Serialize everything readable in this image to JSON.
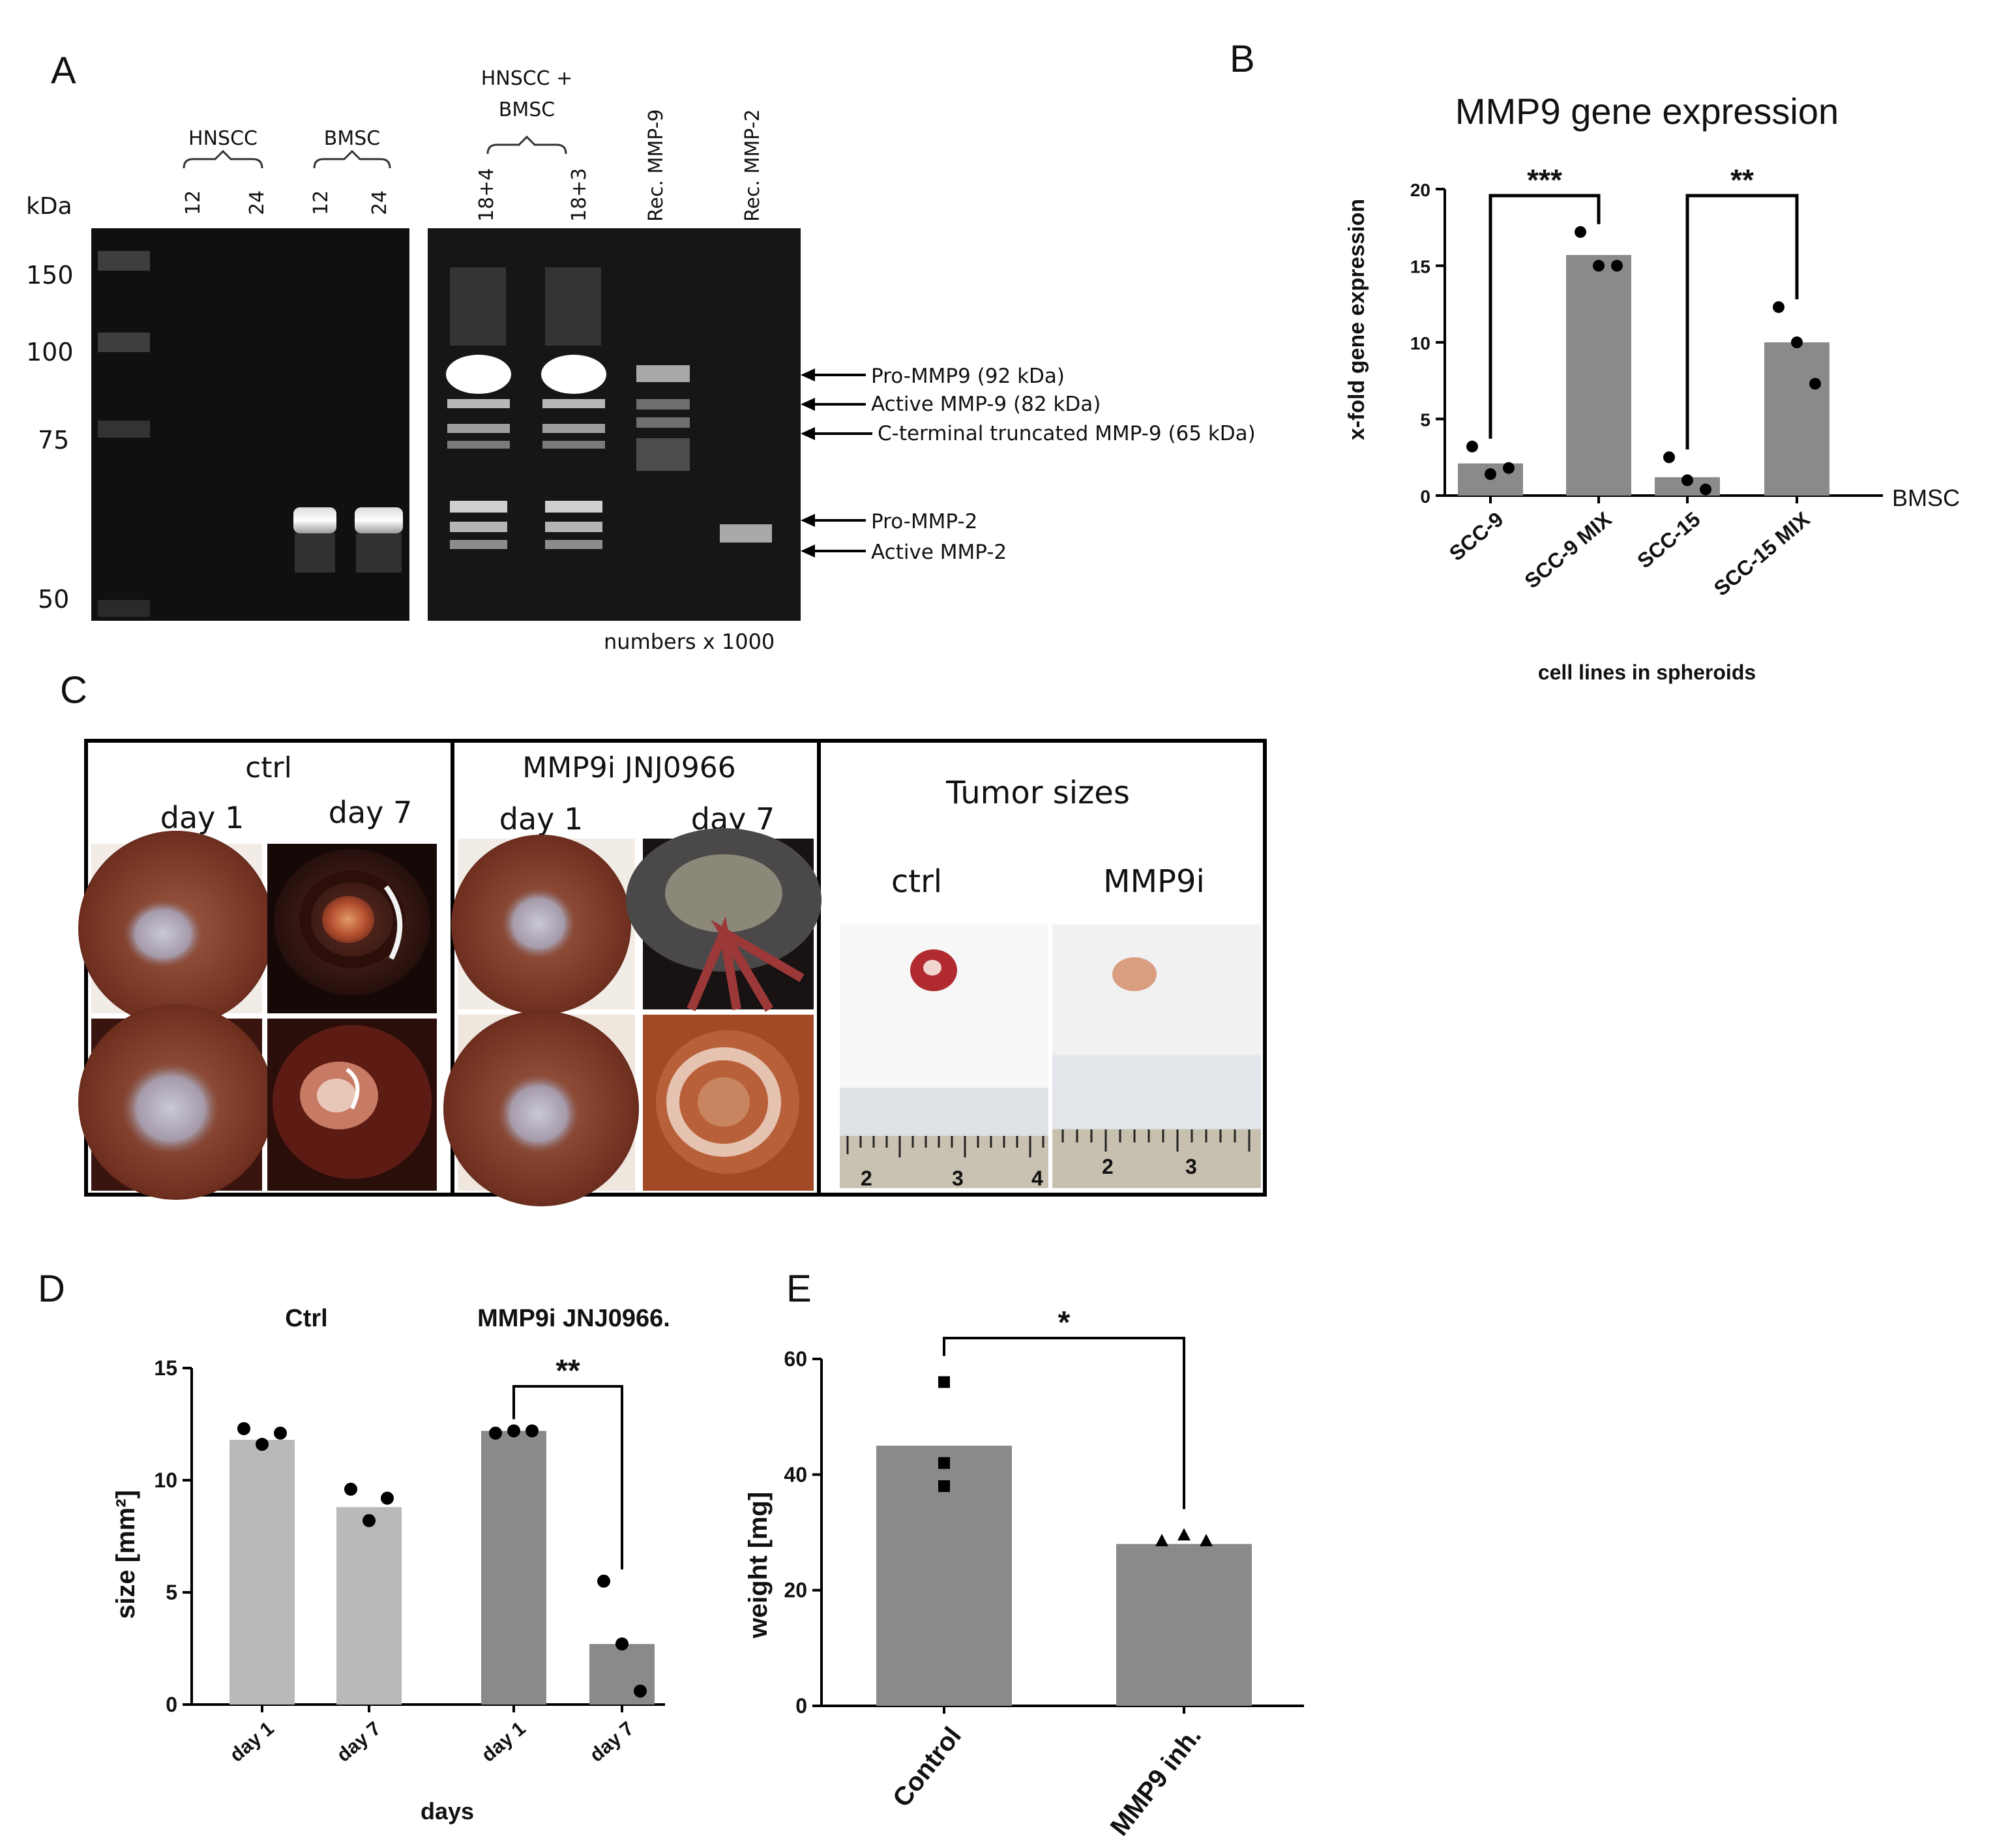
{
  "panels": {
    "A": {
      "letter": "A",
      "kda": "kDa",
      "markers": [
        "150",
        "100",
        "75",
        "50"
      ],
      "groups": {
        "hnscc": "HNSCC",
        "bmsc": "BMSC",
        "mix_line1": "HNSCC +",
        "mix_line2": "BMSC"
      },
      "lanes": [
        "12",
        "24",
        "12",
        "24",
        "18+4",
        "18+3",
        "Rec. MMP-9",
        "Rec. MMP-2"
      ],
      "band_labels": [
        "Pro-MMP9 (92 kDa)",
        "Active MMP-9 (82 kDa)",
        "C-terminal truncated MMP-9 (65 kDa)",
        "Pro-MMP-2",
        "Active MMP-2"
      ],
      "footnote": "numbers x 1000"
    },
    "B": {
      "letter": "B",
      "chart_data": {
        "type": "bar",
        "title": "MMP9 gene expression",
        "ylabel": "x-fold gene expression",
        "xlabel": "cell lines in spheroids",
        "categories": [
          "SCC-9",
          "SCC-9 MIX",
          "SCC-15",
          "SCC-15 MIX"
        ],
        "values": [
          2.1,
          15.7,
          1.2,
          10.0
        ],
        "points": [
          [
            3.2,
            1.4,
            1.8
          ],
          [
            17.2,
            15.0,
            15.0
          ],
          [
            2.5,
            1.0,
            0.4
          ],
          [
            12.3,
            10.0,
            7.3
          ]
        ],
        "ylim": [
          0,
          20
        ],
        "yticks": [
          0,
          5,
          10,
          15,
          20
        ],
        "reference_label": "BMSC",
        "significance": [
          {
            "from": 0,
            "to": 1,
            "label": "***"
          },
          {
            "from": 2,
            "to": 3,
            "label": "**"
          }
        ],
        "bar_color": "#8a8a8a"
      }
    },
    "C": {
      "letter": "C",
      "ctrl_title": "ctrl",
      "inh_title": "MMP9i JNJ0966",
      "day1": "day 1",
      "day7": "day 7",
      "sizes_title": "Tumor sizes",
      "sizes_ctrl": "ctrl",
      "sizes_inh": "MMP9i",
      "ruler1": [
        "2",
        "3",
        "4"
      ],
      "ruler2": [
        "2",
        "3"
      ]
    },
    "D": {
      "letter": "D",
      "chart_data": {
        "type": "bar",
        "group_titles": [
          "Ctrl",
          "MMP9i JNJ0966."
        ],
        "categories": [
          "day 1",
          "day 7",
          "day 1",
          "day 7"
        ],
        "values": [
          11.8,
          8.8,
          12.2,
          2.7
        ],
        "points": [
          [
            12.3,
            11.6,
            12.1
          ],
          [
            9.6,
            8.2,
            9.2
          ],
          [
            12.1,
            12.2,
            12.2
          ],
          [
            5.5,
            2.7,
            0.6
          ]
        ],
        "ylabel": "size [mm²]",
        "xlabel": "days",
        "ylim": [
          0,
          15
        ],
        "yticks": [
          0,
          5,
          10,
          15
        ],
        "bar_colors": [
          "#b9b9bc",
          "#b9b9bc",
          "#8a8a8a",
          "#8a8a8a"
        ],
        "significance": [
          {
            "from": 2,
            "to": 3,
            "label": "**"
          }
        ]
      }
    },
    "E": {
      "letter": "E",
      "chart_data": {
        "type": "bar",
        "categories": [
          "Control",
          "MMP9 inh."
        ],
        "values": [
          45,
          28
        ],
        "points": [
          [
            56,
            42,
            38
          ],
          [
            28.5,
            29.5,
            28.5
          ]
        ],
        "markers": [
          "square",
          "triangle"
        ],
        "ylabel": "weight [mg]",
        "ylim": [
          0,
          60
        ],
        "yticks": [
          0,
          20,
          40,
          60
        ],
        "bar_color": "#8a8a8a",
        "significance": [
          {
            "from": 0,
            "to": 1,
            "label": "*"
          }
        ]
      }
    }
  }
}
